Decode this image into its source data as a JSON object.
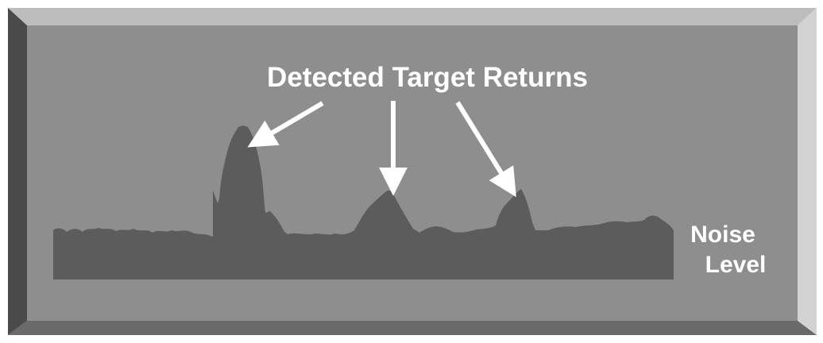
{
  "diagram": {
    "title": "Detected Target Returns",
    "noise_label_line1": "Noise",
    "noise_label_line2": "Level",
    "colors": {
      "frame_face": "#8e8e8e",
      "bevel_top": "#bdbdbd",
      "bevel_right": "#d2d2d2",
      "bevel_left": "#4a4a4a",
      "bevel_bottom": "#6a6a6a",
      "signal_fill": "#5c5c5c",
      "text": "#ffffff",
      "arrow": "#ffffff"
    }
  }
}
